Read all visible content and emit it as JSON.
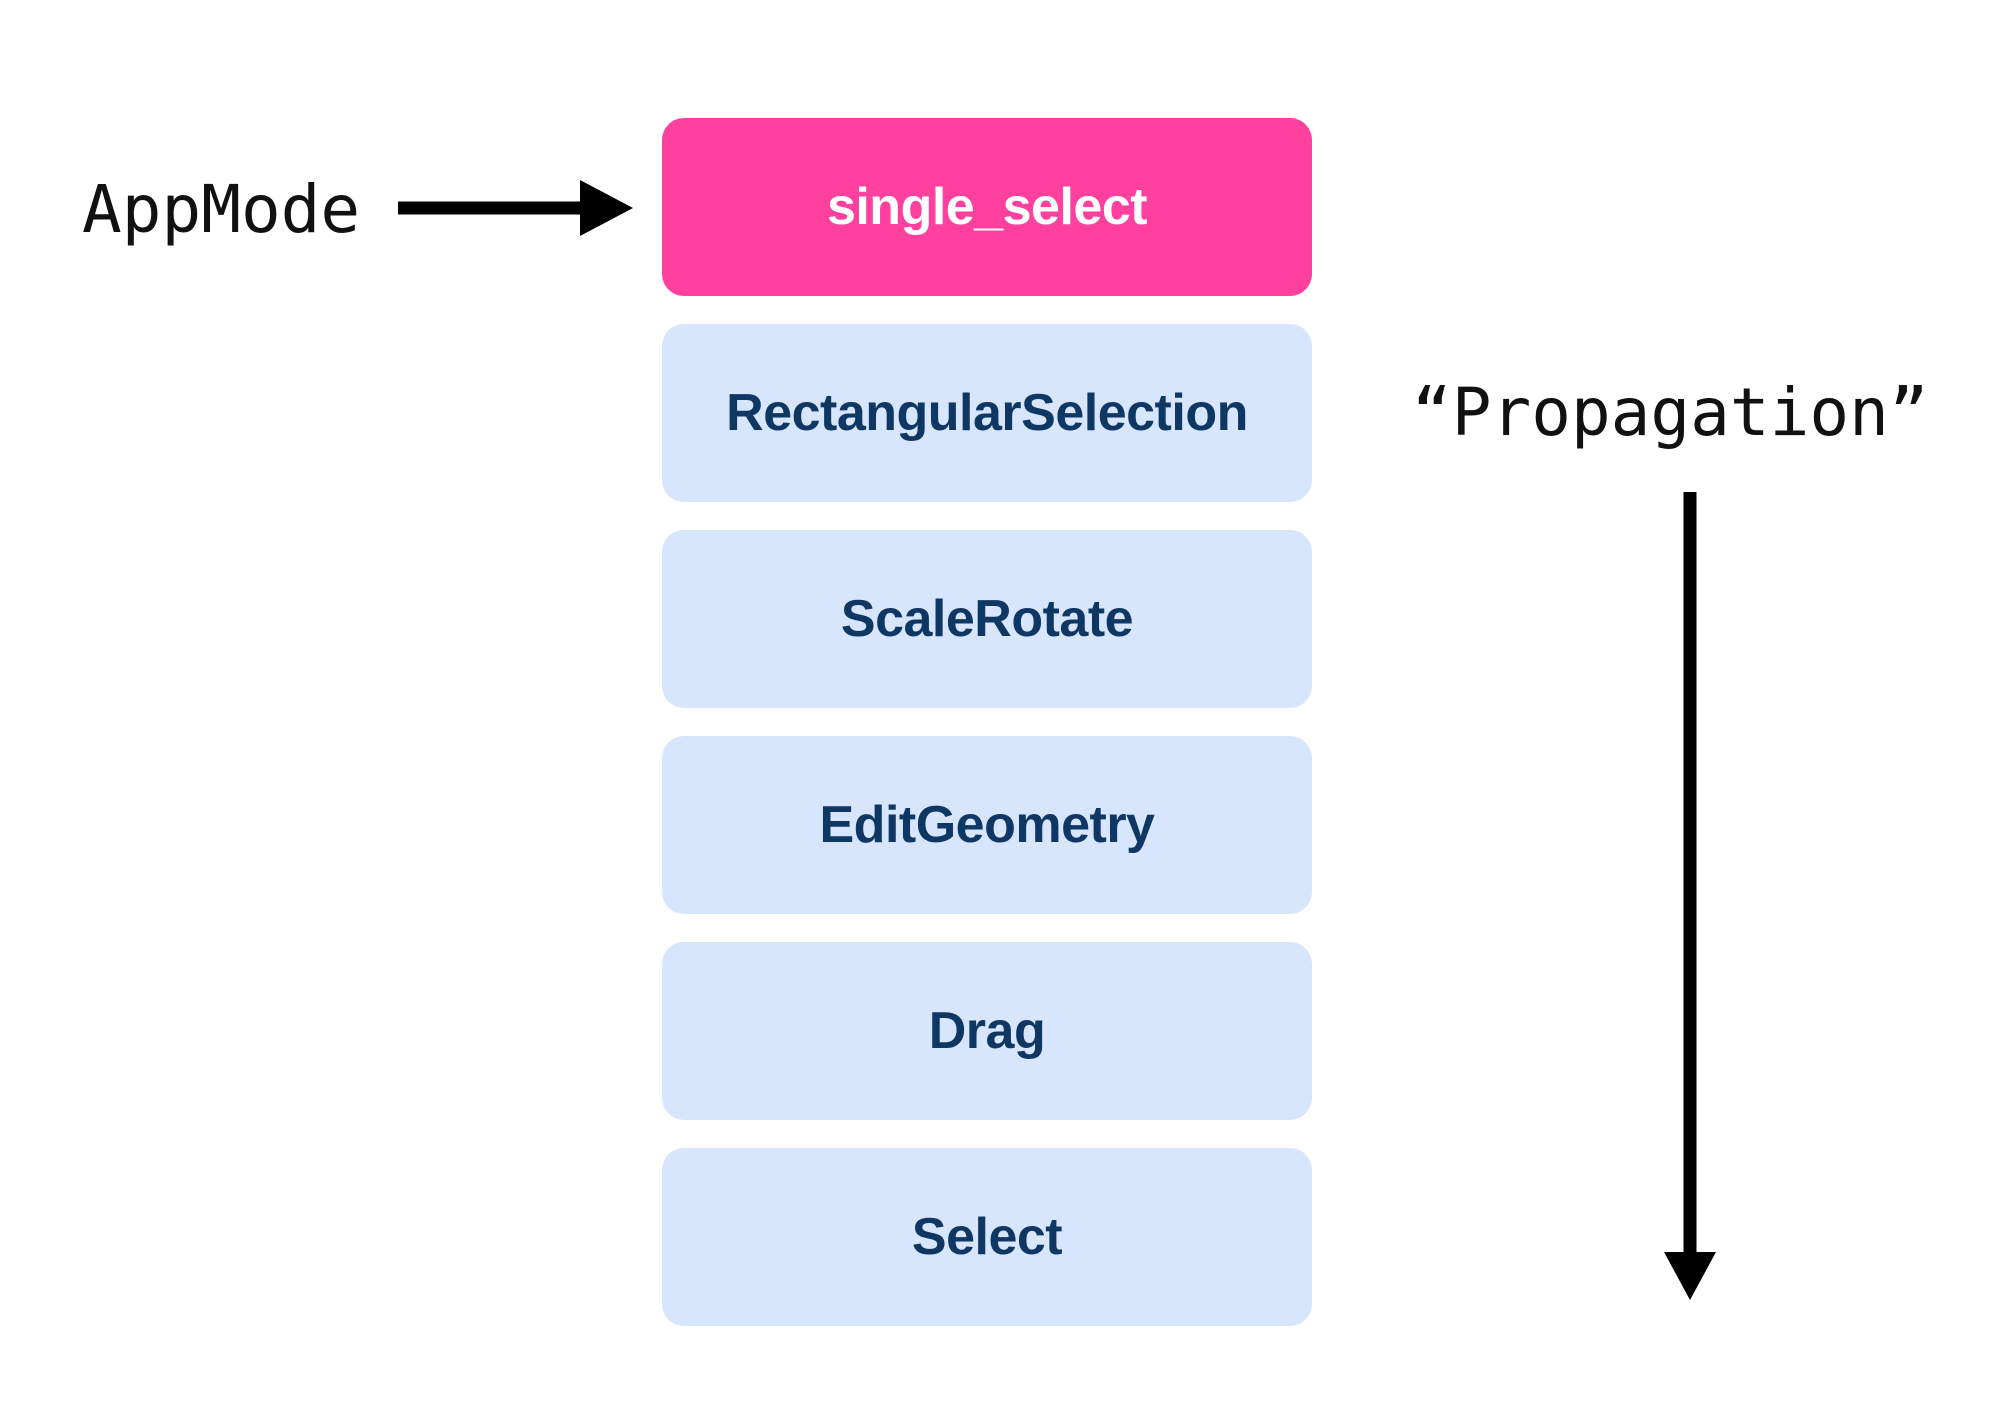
{
  "labels": {
    "mode_label": "AppMode",
    "propagation_label": "“Propagation”"
  },
  "stack": {
    "items": [
      {
        "label": "single_select",
        "active": true
      },
      {
        "label": "RectangularSelection",
        "active": false
      },
      {
        "label": "ScaleRotate",
        "active": false
      },
      {
        "label": "EditGeometry",
        "active": false
      },
      {
        "label": "Drag",
        "active": false
      },
      {
        "label": "Select",
        "active": false
      }
    ]
  },
  "colors": {
    "active_fill": "#ff409f",
    "item_fill": "#d8e6fd",
    "item_text": "#0f3763",
    "arrow": "#000000"
  }
}
